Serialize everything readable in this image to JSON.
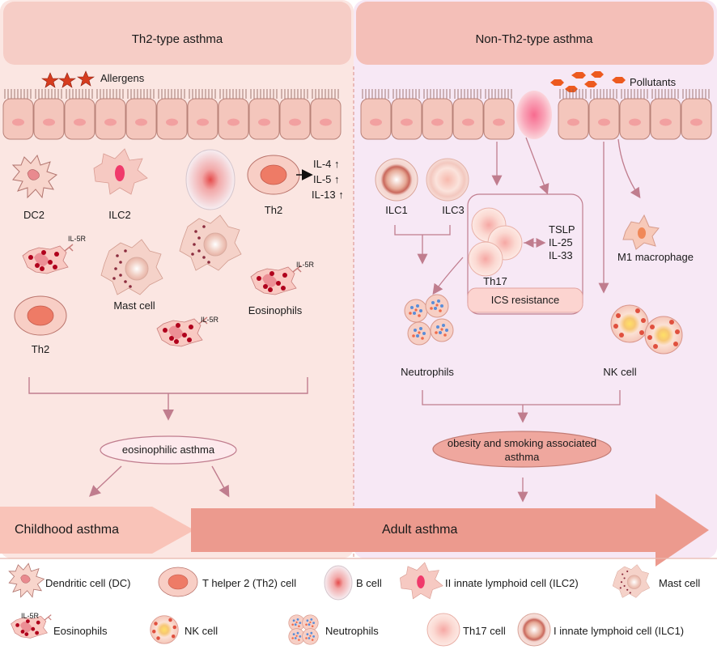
{
  "panels": {
    "left_title": "Th2-type asthma",
    "right_title": "Non-Th2-type asthma"
  },
  "triggers": {
    "allergens": "Allergens",
    "pollutants": "Pollutants"
  },
  "left_cells": {
    "dc2": "DC2",
    "ilc2": "ILC2",
    "th2_top": "Th2",
    "il4": "IL-4 ↑",
    "il5": "IL-5 ↑",
    "il13": "IL-13 ↑",
    "il5r_a": "IL-5R",
    "il5r_b": "IL-5R",
    "il5r_c": "IL-5R",
    "mast": "Mast cell",
    "eosinophils": "Eosinophils",
    "th2_bottom": "Th2",
    "outcome": "eosinophilic asthma"
  },
  "right_cells": {
    "ilc1": "ILC1",
    "ilc3": "ILC3",
    "th17": "Th17",
    "tslp": "TSLP",
    "il25": "IL-25",
    "il33": "IL-33",
    "ics": "ICS resistance",
    "m1": "M1 macrophage",
    "neutrophils": "Neutrophils",
    "nk": "NK cell",
    "outcome_line1": "obesity and smoking associated",
    "outcome_line2": "asthma"
  },
  "arrows": {
    "childhood": "Childhood asthma",
    "adult": "Adult asthma"
  },
  "legend": [
    {
      "label": "Dendritic cell (DC)"
    },
    {
      "label": "T helper 2  (Th2) cell"
    },
    {
      "label": "B cell"
    },
    {
      "label": "II innate lymphoid cell (ILC2)"
    },
    {
      "label": "Mast cell"
    },
    {
      "label": "Eosinophils",
      "badge": "IL-5R"
    },
    {
      "label": "NK cell"
    },
    {
      "label": "Neutrophils"
    },
    {
      "label": "Th17 cell"
    },
    {
      "label": "I innate lymphoid cell (ILC1)"
    }
  ],
  "colors": {
    "left_bg": "#fbe6e2",
    "right_bg": "#f7e8f5",
    "header": "#f6cdc6",
    "arrow_light": "#f9c3b8",
    "arrow_dark": "#ec9a8e",
    "line": "#c07d8e",
    "eos_dot": "#b0001c"
  }
}
